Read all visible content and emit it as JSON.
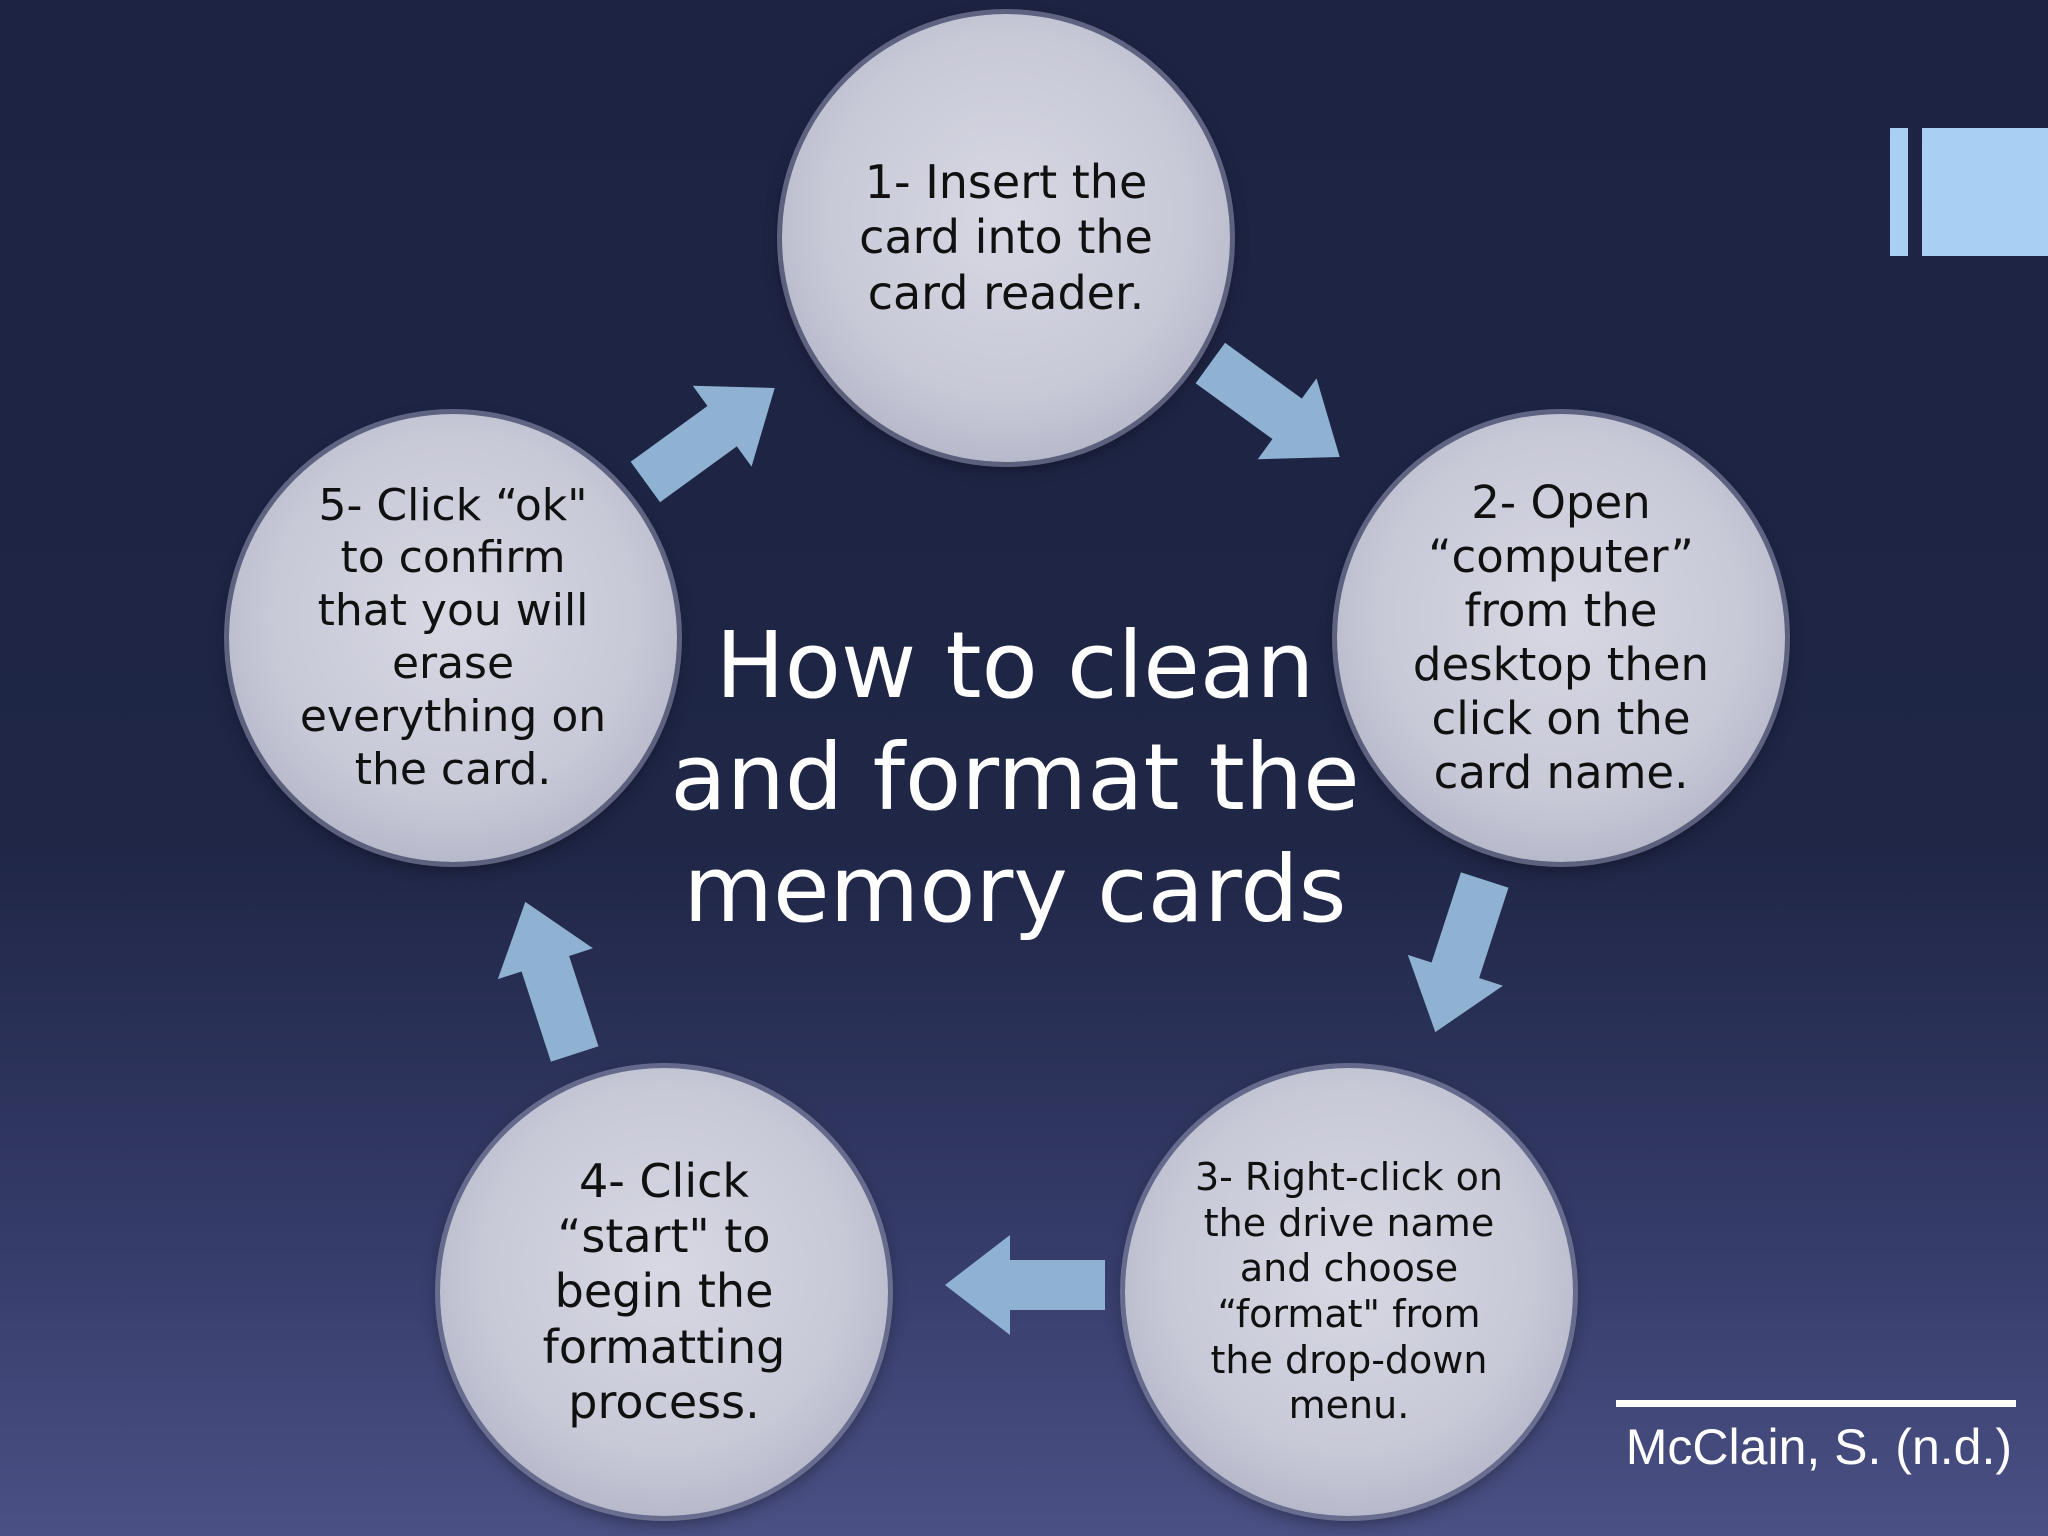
{
  "title": "How to clean\nand format the\nmemory cards",
  "steps": [
    {
      "text": "1- Insert the\ncard into the\ncard reader."
    },
    {
      "text": "2- Open\n“computer”\nfrom the\ndesktop then\nclick on the\ncard name."
    },
    {
      "text": "3- Right-click on\nthe drive name\nand choose\n“format\" from\nthe drop-down\nmenu."
    },
    {
      "text": "4- Click\n“start\" to\nbegin the\nformatting\nprocess."
    },
    {
      "text": "5- Click “ok\"\nto confirm\nthat you will\nerase\neverything on\nthe card."
    }
  ],
  "credit": "McClain, S. (n.d.)",
  "colors": {
    "arrow": "#8fb1d2",
    "accent": "#a9cff2",
    "circle": "#cfd0dd",
    "background": "#1f2545"
  }
}
